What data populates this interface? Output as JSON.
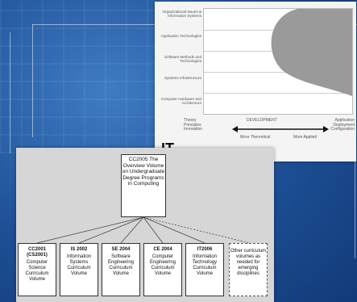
{
  "it_slide": {
    "title": "IT",
    "rows": [
      "Organizational Issues & Information Systems",
      "Application Technologies",
      "Software Methods and Technologies",
      "Systems Infrastructure",
      "Computer Hardware and Architecture"
    ],
    "axis_left": "Theory Principles Innovation",
    "axis_center": "DEVELOPMENT",
    "axis_right": "Application Deployment Configuration",
    "sub_left": "More Theoretical",
    "sub_right": "More Applied"
  },
  "cc_slide": {
    "top_box": "CC2005 The Overview Volume on Undergraduate Degree Programs in Computing",
    "volumes": [
      {
        "code": "CC2001 (CS2001)",
        "desc": "Computer Science Curriculum Volume"
      },
      {
        "code": "IS 2002",
        "desc": "Information Systems Curriculum Volume"
      },
      {
        "code": "SE 2004",
        "desc": "Software Engineering Curriculum Volume"
      },
      {
        "code": "CE 2004",
        "desc": "Computer Engineering Curriculum Volume"
      },
      {
        "code": "IT2006",
        "desc": "Information Technology Curriculum Volume"
      },
      {
        "code": "",
        "desc": "Other curriculum volumes as needed for emerging disciplines"
      }
    ]
  }
}
